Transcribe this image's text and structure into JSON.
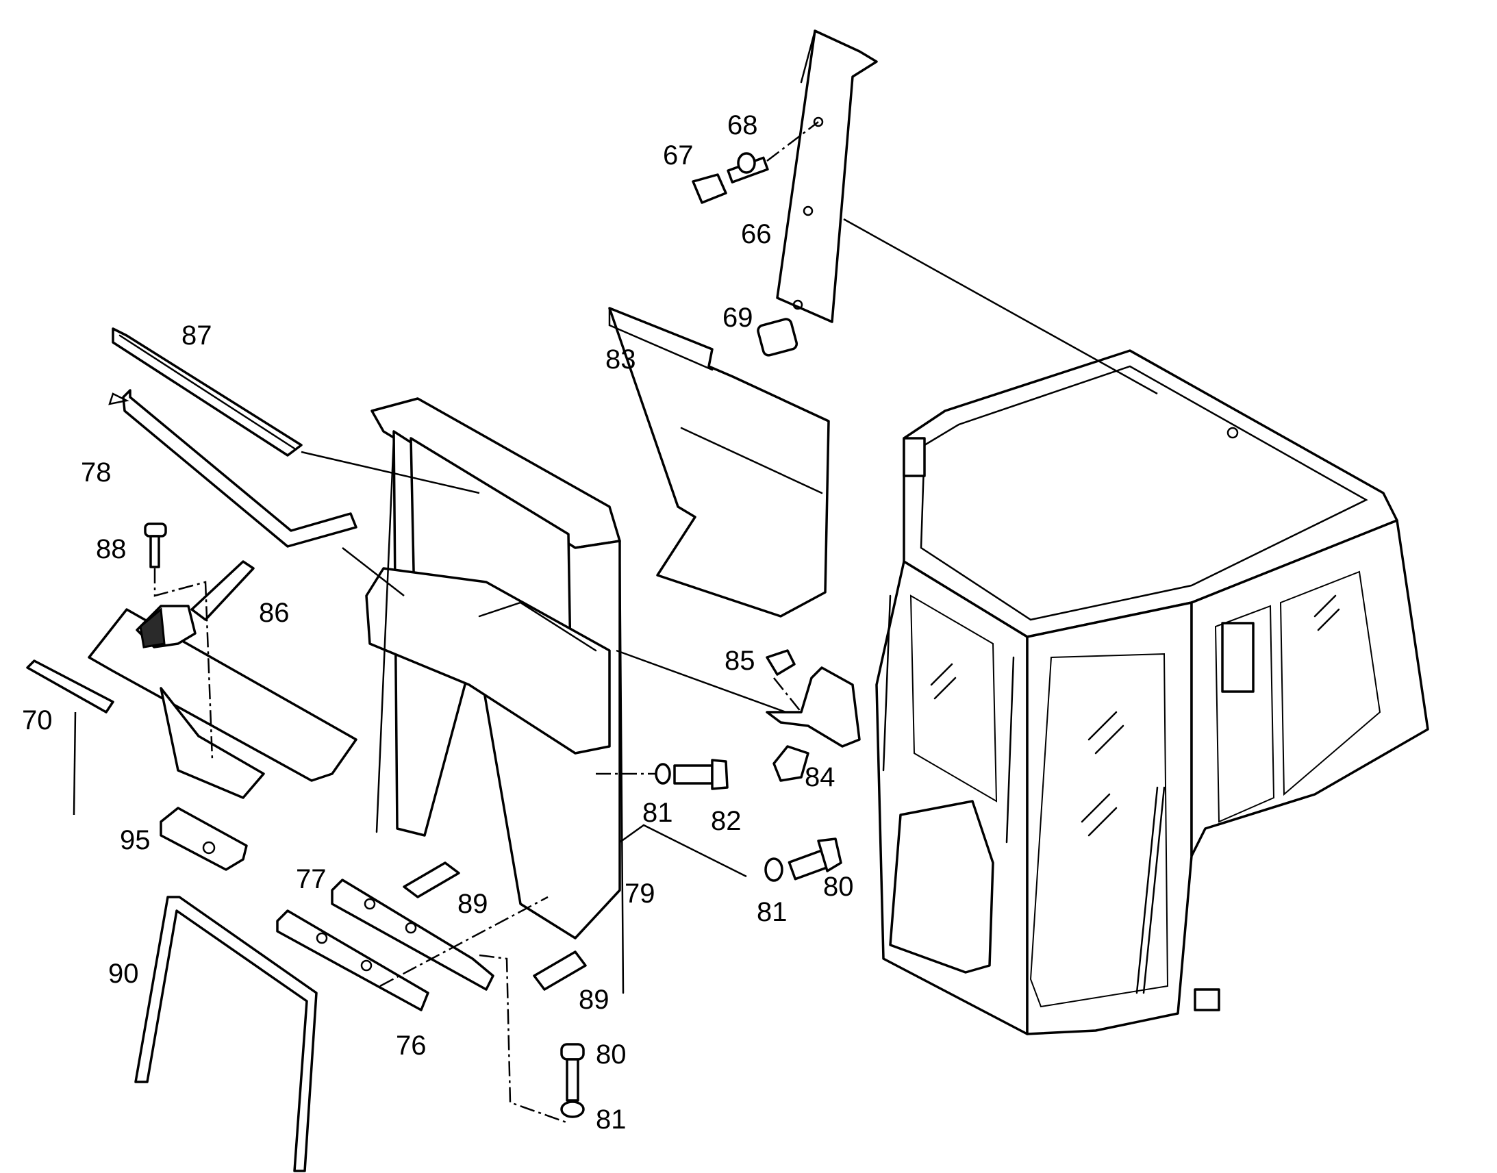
{
  "colors": {
    "line": "#000000",
    "background": "#ffffff"
  },
  "callouts": [
    {
      "id": "67",
      "text": "67"
    },
    {
      "id": "68",
      "text": "68"
    },
    {
      "id": "66",
      "text": "66"
    },
    {
      "id": "69",
      "text": "69"
    },
    {
      "id": "83",
      "text": "83"
    },
    {
      "id": "87",
      "text": "87"
    },
    {
      "id": "78",
      "text": "78"
    },
    {
      "id": "88",
      "text": "88"
    },
    {
      "id": "86",
      "text": "86"
    },
    {
      "id": "70",
      "text": "70"
    },
    {
      "id": "85",
      "text": "85"
    },
    {
      "id": "84",
      "text": "84"
    },
    {
      "id": "81a",
      "text": "81"
    },
    {
      "id": "82",
      "text": "82"
    },
    {
      "id": "80a",
      "text": "80"
    },
    {
      "id": "81b",
      "text": "81"
    },
    {
      "id": "95",
      "text": "95"
    },
    {
      "id": "77",
      "text": "77"
    },
    {
      "id": "89a",
      "text": "89"
    },
    {
      "id": "79",
      "text": "79"
    },
    {
      "id": "90",
      "text": "90"
    },
    {
      "id": "89b",
      "text": "89"
    },
    {
      "id": "76",
      "text": "76"
    },
    {
      "id": "80b",
      "text": "80"
    },
    {
      "id": "81c",
      "text": "81"
    }
  ]
}
